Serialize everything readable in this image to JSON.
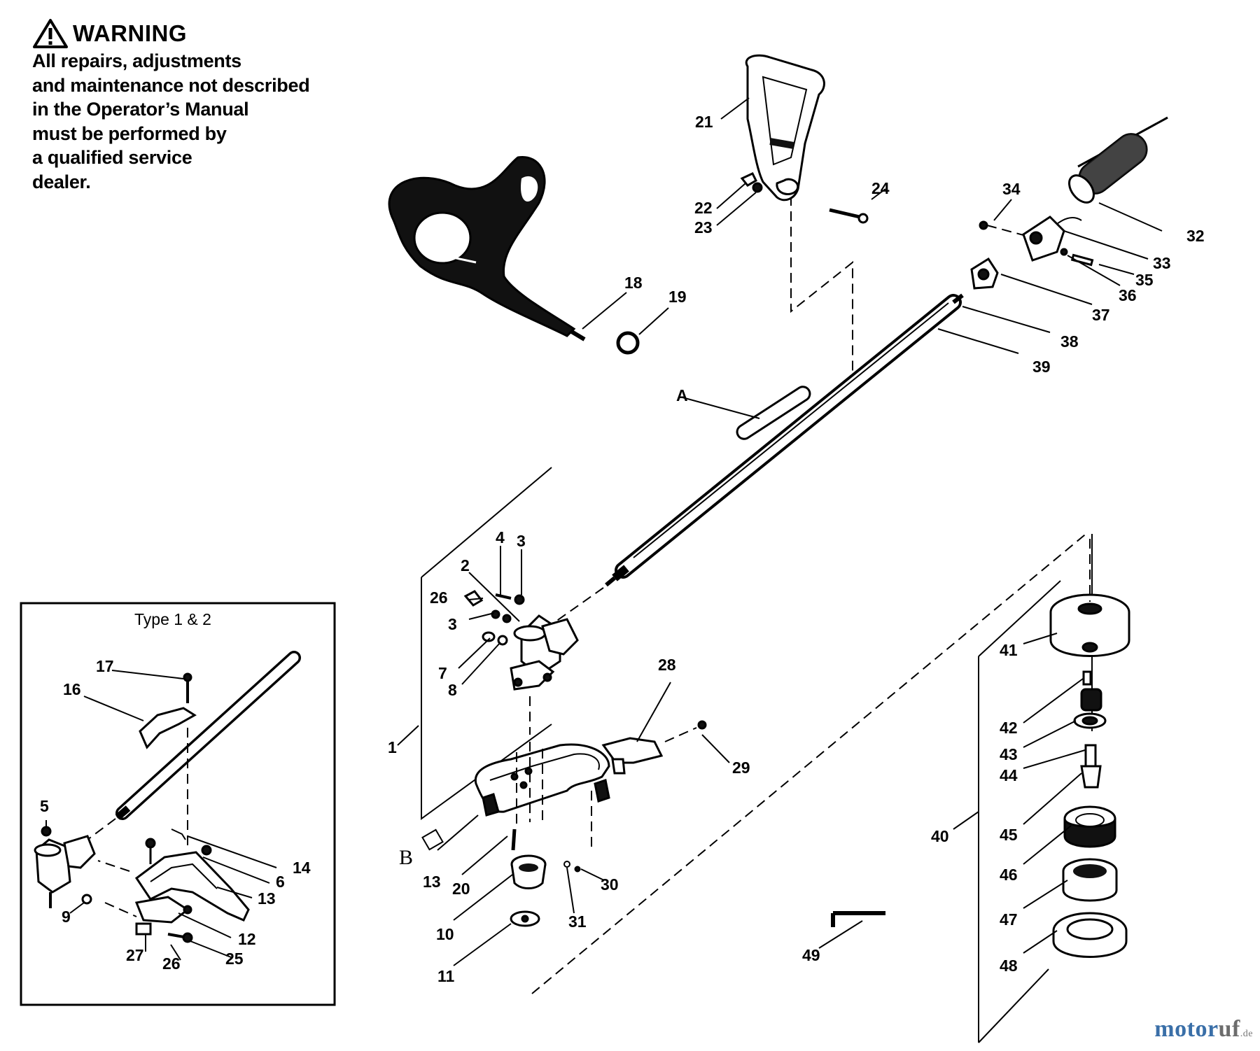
{
  "warning": {
    "title": "WARNING",
    "lines": [
      "All repairs, adjustments",
      "and maintenance not described",
      "in the Operator’s Manual",
      "must be performed by",
      "a qualified service",
      "dealer."
    ]
  },
  "inset": {
    "title": "Type 1 & 2"
  },
  "callouts": {
    "c1": "1",
    "c2": "2",
    "c3a": "3",
    "c3b": "3",
    "c4": "4",
    "c5": "5",
    "c6": "6",
    "c7": "7",
    "c8": "8",
    "c9": "9",
    "c10": "10",
    "c11": "11",
    "c12": "12",
    "c13a": "13",
    "c13b": "13",
    "c14": "14",
    "c16": "16",
    "c17": "17",
    "c18": "18",
    "c19": "19",
    "c20": "20",
    "c21": "21",
    "c22": "22",
    "c23": "23",
    "c24": "24",
    "c25": "25",
    "c26a": "26",
    "c26b": "26",
    "c27": "27",
    "c28": "28",
    "c29": "29",
    "c30": "30",
    "c31": "31",
    "c32": "32",
    "c33": "33",
    "c34": "34",
    "c35": "35",
    "c36": "36",
    "c37": "37",
    "c38": "38",
    "c39": "39",
    "c40": "40",
    "c41": "41",
    "c42": "42",
    "c43": "43",
    "c44": "44",
    "c45": "45",
    "c46": "46",
    "c47": "47",
    "c48": "48",
    "c49": "49",
    "cA": "A",
    "cB": "B"
  },
  "watermark": {
    "part1": "motor",
    "part2": "uf",
    "suffix": ".de"
  }
}
